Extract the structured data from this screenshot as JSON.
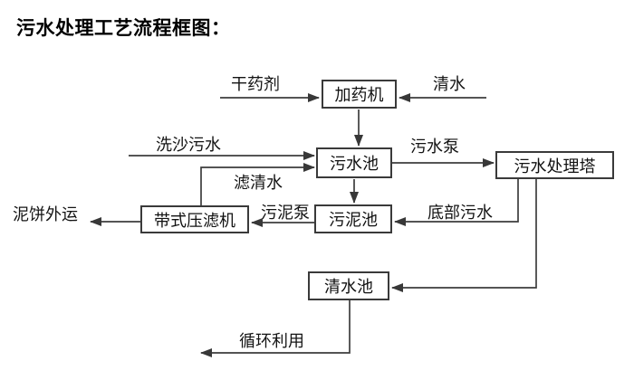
{
  "title": "污水处理工艺流程框图：",
  "diagram": {
    "background": "#ffffff",
    "line_color": "#3d3d3d",
    "box_border_color": "#3a3a3a",
    "text_color": "#141414",
    "nodes": [
      {
        "id": "dosing-machine",
        "label": "加药机"
      },
      {
        "id": "sewage-pool",
        "label": "污水池"
      },
      {
        "id": "sewage-treatment-tower",
        "label": "污水处理塔"
      },
      {
        "id": "sludge-pool",
        "label": "污泥池"
      },
      {
        "id": "belt-filter-press",
        "label": "带式压滤机"
      },
      {
        "id": "clear-water-pool",
        "label": "清水池"
      }
    ],
    "edge_labels": [
      {
        "id": "dry-chemical",
        "text": "干药剂"
      },
      {
        "id": "clear-water",
        "text": "清水"
      },
      {
        "id": "sand-washing-sewage",
        "text": "洗沙污水"
      },
      {
        "id": "sewage-pump",
        "text": "污水泵"
      },
      {
        "id": "filtered-water",
        "text": "滤清水"
      },
      {
        "id": "bottom-sewage",
        "text": "底部污水"
      },
      {
        "id": "sludge-pump",
        "text": "污泥泵"
      },
      {
        "id": "mud-cake-transport-out",
        "text": "泥饼外运"
      },
      {
        "id": "recycle-use",
        "text": "循环利用"
      }
    ]
  }
}
